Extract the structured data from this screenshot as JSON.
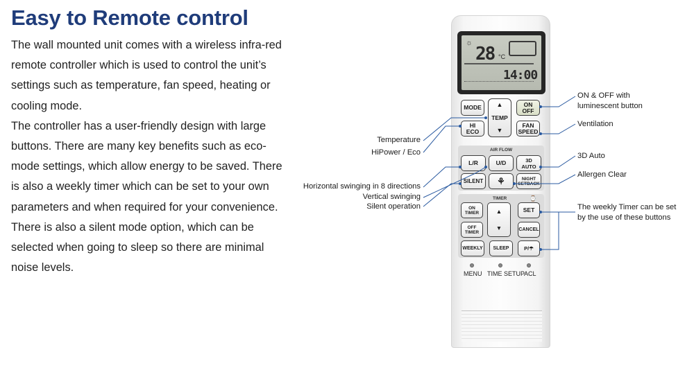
{
  "title": "Easy to Remote control",
  "paragraphs": [
    "The wall mounted unit comes with a wireless infra-red remote controller which is used to control the unit’s settings such as temperature, fan speed, heating or cooling mode.",
    "The controller has a user-friendly design with large buttons. There are many key benefits such as eco-mode settings, which allow energy to be saved. There is also a weekly timer which can be set to your own parameters and when required for your convenience. There is also a silent mode option, which can be selected when going to sleep so there are minimal noise levels."
  ],
  "remote": {
    "display": {
      "temperature": "28",
      "temp_unit": "°C",
      "time": "14:00"
    },
    "buttons": {
      "mode": "MODE",
      "temp_label": "TEMP",
      "temp_up": "▲",
      "temp_down": "▼",
      "on_off": "ON\nOFF",
      "hi_eco": "HI\nECO",
      "fan_speed": "FAN\nSPEED",
      "airflow_label": "AIR FLOW",
      "lr": "L/R",
      "ud": "U/D",
      "auto_3d": "3D AUTO",
      "silent": "SILENT",
      "allergen": "⚘",
      "night_setback": "NIGHT\nSETBACK",
      "timer_label": "TIMER",
      "on_timer": "ON\nTIMER",
      "off_timer": "OFF\nTIMER",
      "timer_up": "▲",
      "timer_down": "▼",
      "set": "SET",
      "cancel": "CANCEL",
      "weekly": "WEEKLY",
      "sleep": "SLEEP",
      "p_button": "P/☂",
      "menu": "MENU",
      "time_setup": "TIME SETUP",
      "acl": "ACL"
    }
  },
  "callouts": {
    "on_off": "ON & OFF with\nluminescent button",
    "ventilation": "Ventilation",
    "temperature": "Temperature",
    "hipower_eco": "HiPower / Eco",
    "auto_3d": "3D Auto",
    "allergen_clear": "Allergen Clear",
    "horizontal_swing": "Horizontal swinging in 8 directions",
    "vertical_swing": "Vertical swinging",
    "silent_operation": "Silent operation",
    "weekly_timer": "The weekly Timer can be set\nby the use of these buttons"
  }
}
